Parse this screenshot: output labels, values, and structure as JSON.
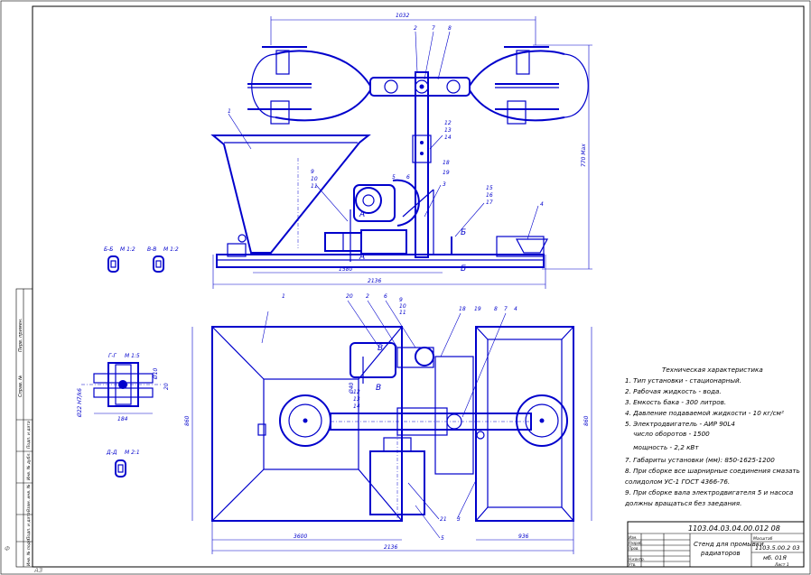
{
  "drawing": {
    "title": "Assembly drawing — pipe washing installation",
    "colors": {
      "line": "#0000cc",
      "frame": "#000000",
      "paper": "#ffffff"
    }
  },
  "dimensions": {
    "top_width": "1032",
    "front_height": "770 Max",
    "base_1580": "1580",
    "overall_2136": "2136",
    "plan_overall_2136": "2136",
    "plan_height_860": "860",
    "right_width_936": "936",
    "right_height_860": "860",
    "plan_left_3600": "3600",
    "hole_d40": "Ø40",
    "sec_d22": "Ø22 H7/k6",
    "sec_d10": "Ø10",
    "sec_20": "20",
    "sec_width": "184"
  },
  "sections": {
    "b_b": "Б-Б",
    "b_b_scale": "М 1:2",
    "v_v": "В-В",
    "v_v_scale": "М 1:2",
    "g_g": "Г-Г",
    "g_g_scale": "М 1:5",
    "d_d": "Д-Д",
    "d_d_scale": "М 2:1"
  },
  "cut_marks": {
    "A": "А",
    "B": "Б",
    "V": "В"
  },
  "callouts": {
    "front": [
      "2",
      "7",
      "8",
      "1",
      "12",
      "13",
      "14",
      "18",
      "19",
      "3",
      "9",
      "10",
      "11",
      "5",
      "6",
      "15",
      "16",
      "17",
      "4"
    ],
    "plan": [
      "1",
      "20",
      "2",
      "6",
      "9",
      "10",
      "11",
      "18",
      "19",
      "8",
      "7",
      "4",
      "12",
      "13",
      "14",
      "21",
      "3",
      "5"
    ]
  },
  "notes": {
    "heading": "Техническая характеристика",
    "lines": [
      "1. Тип установки - стационарный.",
      "2. Рабочая жидкость - вода.",
      "3. Емкость бака - 300 литров.",
      "4. Давление подаваемой жидкости - 10 кг/см²",
      "5. Электродвигатель - АИР 90L4",
      "    число оборотов - 1500",
      "    мощность - 2,2 кВт",
      "7. Габариты установки (мм): 850-1625-1200",
      "8. При сборке все шарнирные соединения смазать",
      "солидолом УС-1 ГОСТ 4366-76.",
      "9. При сборке вала электродвигателя 5 и насоса",
      "должны вращаться без заедания."
    ]
  },
  "title_block": {
    "code": "1103.04.03.04.00.012 08",
    "name": "Стенд для промывки",
    "name2": "радиаторов",
    "sheet_code": "1103.5.00.2 03",
    "org": "мб. 01Я",
    "scale_label": "Масштаб",
    "sheet_label": "Лист 1",
    "sign1": "Изм.",
    "sign2": "Разраб.",
    "sign3": "Пров.",
    "sign4": "Н.контр.",
    "sign5": "Утв."
  },
  "side_stamp": {
    "t1": "Перв. примен.",
    "t2": "Справ. №",
    "t3": "Подп. и дата",
    "t4": "Инв. № дубл.",
    "t5": "Взам. инв. №",
    "t6": "Подп. и дата",
    "t7": "Инв. № подл."
  },
  "corner": {
    "left": "Ф",
    "left2": "АЗ"
  }
}
